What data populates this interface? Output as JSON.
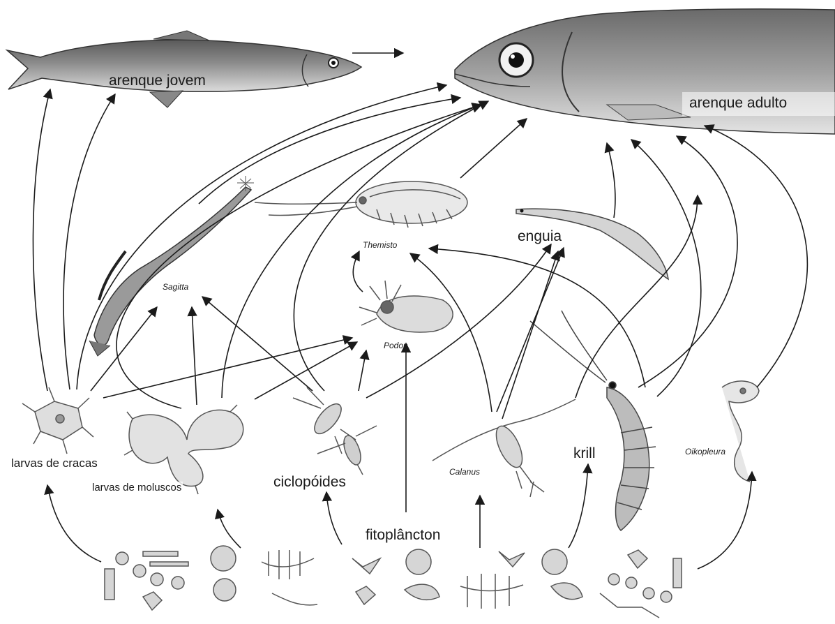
{
  "labels": {
    "arenque_jovem": "arenque jovem",
    "arenque_adulto": "arenque adulto",
    "themisto": "Themisto",
    "enguia": "enguia",
    "sagitta": "Sagitta",
    "podon": "Podon",
    "larvas_de_cracas": "larvas de cracas",
    "larvas_de_moluscos": "larvas de moluscos",
    "ciclopoides": "ciclopóides",
    "calanus": "Calanus",
    "krill": "krill",
    "oikopleura": "Oikopleura",
    "fitoplancton": "fitoplâncton"
  },
  "colors": {
    "ink": "#1a1a1a",
    "fish_body": "#8a8a8a",
    "fish_light": "#cfcfcf",
    "sketch": "#555555"
  }
}
